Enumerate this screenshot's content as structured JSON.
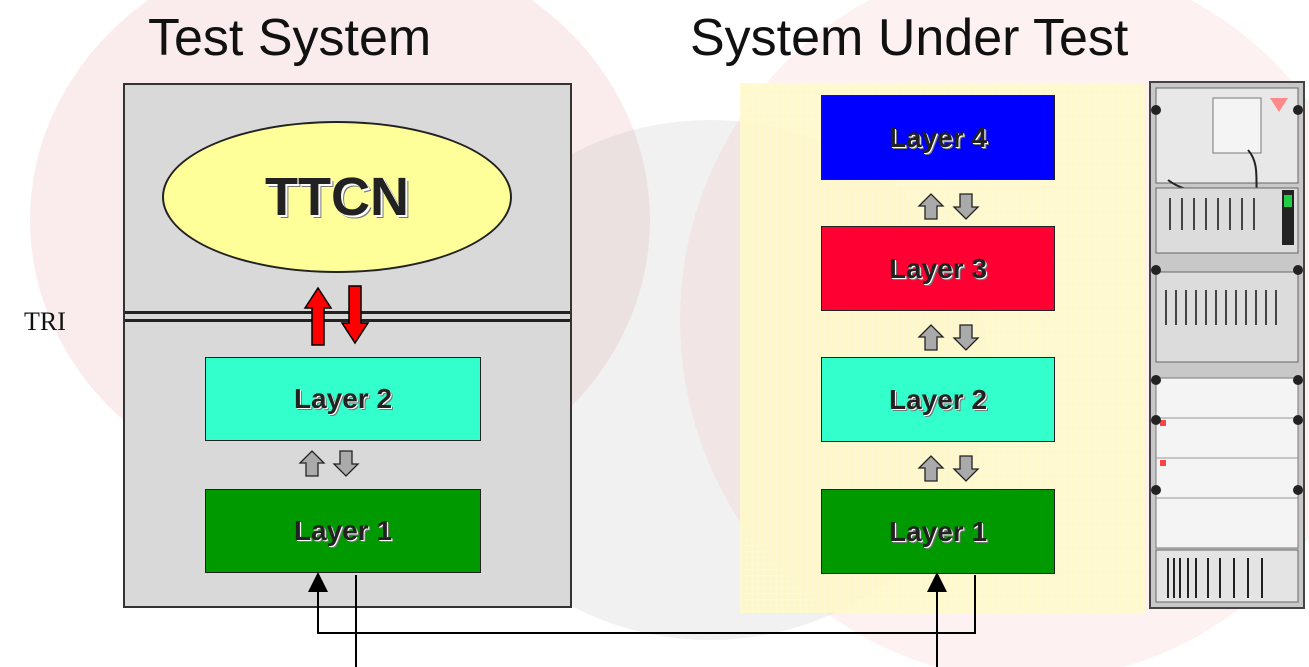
{
  "titles": {
    "test_system": "Test System",
    "system_under_test": "System Under Test"
  },
  "labels": {
    "tri": "TRI",
    "ttcn": "TTCN"
  },
  "test_system_layers": {
    "layer2": "Layer 2",
    "layer1": "Layer 1"
  },
  "sut_layers": {
    "layer4": "Layer 4",
    "layer3": "Layer 3",
    "layer2": "Layer 2",
    "layer1": "Layer 1"
  },
  "colors": {
    "layer4": "#0000ff",
    "layer3": "#ff0033",
    "layer2": "#33ffcc",
    "layer1": "#009900",
    "ttcn": "#ffff99",
    "test_system_panel": "#d9d9d9",
    "sut_panel": "#fff9c8",
    "tri_arrows": "#ff0000",
    "layer_arrows": "#999999"
  }
}
